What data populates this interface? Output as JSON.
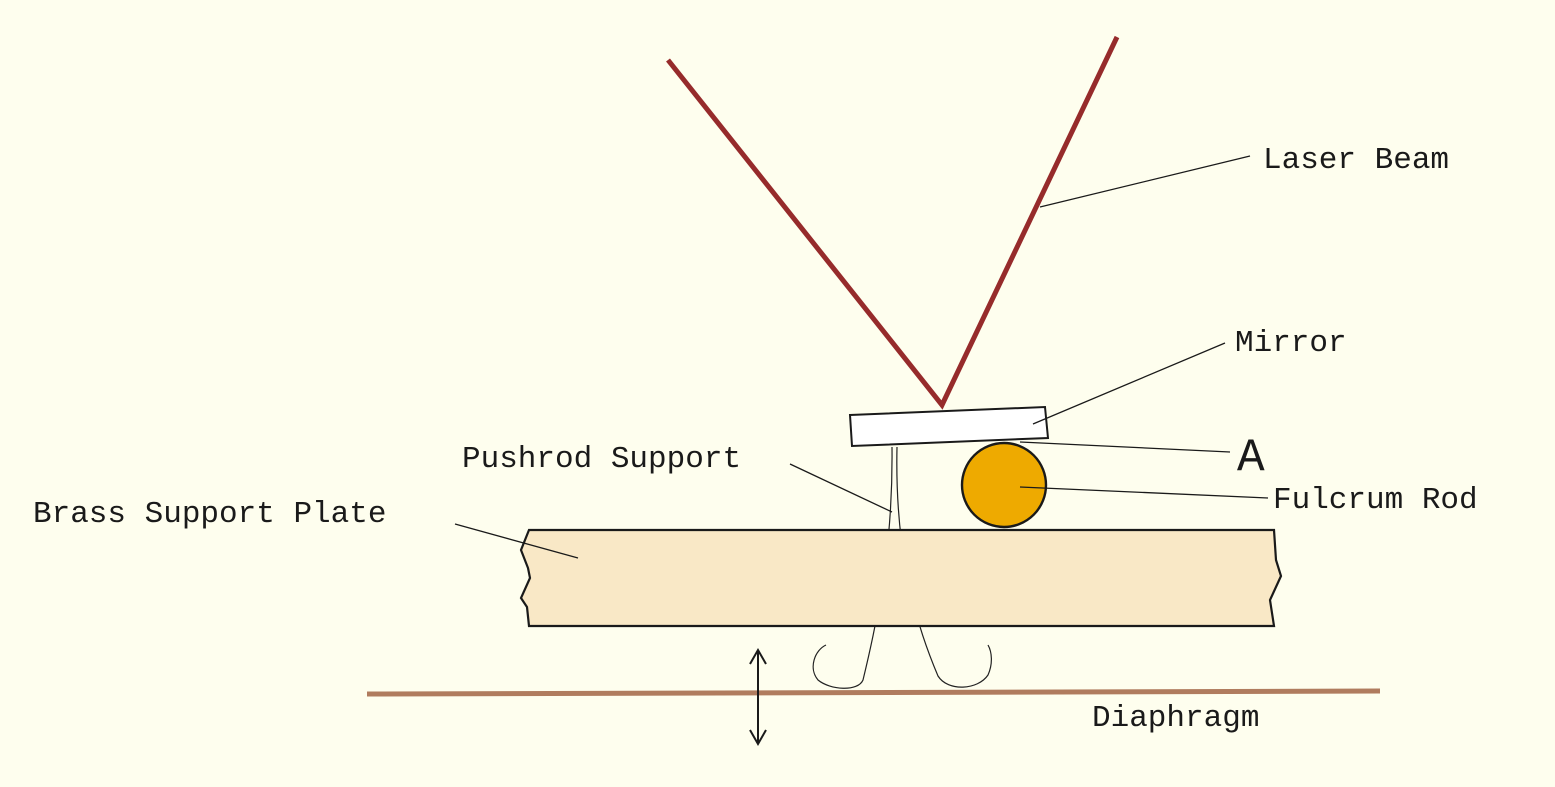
{
  "labels": {
    "laser_beam": "Laser Beam",
    "mirror": "Mirror",
    "point_a": "A",
    "pushrod_support": "Pushrod Support",
    "brass_support_plate": "Brass Support Plate",
    "fulcrum_rod": "Fulcrum Rod",
    "diaphragm": "Diaphragm"
  },
  "colors": {
    "background": "#fefeee",
    "laser_beam": "#962b2b",
    "brass_plate_fill": "#f9e8c6",
    "fulcrum_rod_fill": "#eeaa00",
    "diaphragm": "#b07c5e",
    "mirror_fill": "#ffffff",
    "outline": "#1a1a1a"
  },
  "icons": {
    "motion_arrow": "double-headed-vertical-arrow-icon"
  }
}
